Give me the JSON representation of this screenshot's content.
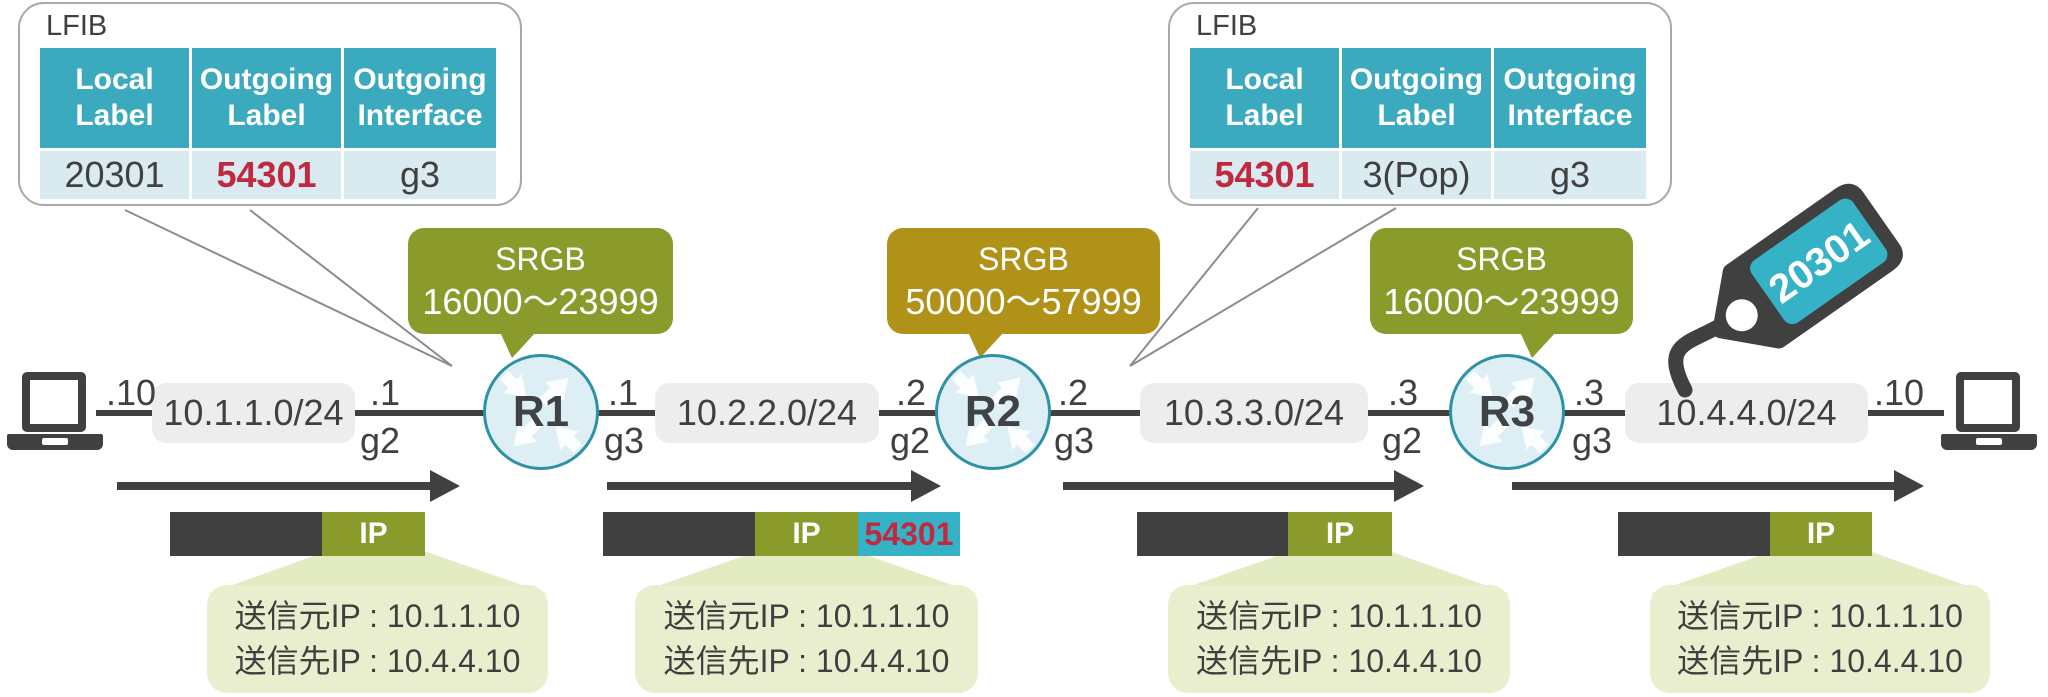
{
  "lfib": [
    {
      "title": "LFIB",
      "headers": [
        [
          "Local",
          "Label"
        ],
        [
          "Outgoing",
          "Label"
        ],
        [
          "Outgoing",
          "Interface"
        ]
      ],
      "row": [
        "20301",
        "54301",
        "g3"
      ],
      "highlight_column": "Outgoing Label"
    },
    {
      "title": "LFIB",
      "headers": [
        [
          "Local",
          "Label"
        ],
        [
          "Outgoing",
          "Label"
        ],
        [
          "Outgoing",
          "Interface"
        ]
      ],
      "row": [
        "54301",
        "3(Pop)",
        "g3"
      ],
      "highlight_column": "Local Label"
    }
  ],
  "srgb": [
    {
      "name": "SRGB",
      "range": "16000〜23999",
      "color": "#8A9A2B"
    },
    {
      "name": "SRGB",
      "range": "50000〜57999",
      "color": "#B19218"
    },
    {
      "name": "SRGB",
      "range": "16000〜23999",
      "color": "#8A9A2B"
    }
  ],
  "tag": {
    "label": "20301",
    "body_color": "#404040",
    "label_color": "#35B2C6"
  },
  "routers": [
    {
      "name": "R1"
    },
    {
      "name": "R2"
    },
    {
      "name": "R3"
    }
  ],
  "links": [
    {
      "left_addr": ".10",
      "network": "10.1.1.0/24",
      "right_addr": ".1",
      "right_if": "g2"
    },
    {
      "left_addr": ".1",
      "left_if": "g3",
      "network": "10.2.2.0/24",
      "right_addr": ".2",
      "right_if": "g2"
    },
    {
      "left_addr": ".2",
      "left_if": "g3",
      "network": "10.3.3.0/24",
      "right_addr": ".3",
      "right_if": "g2"
    },
    {
      "left_addr": ".3",
      "left_if": "g3",
      "network": "10.4.4.0/24",
      "right_addr": ".10"
    }
  ],
  "packets": [
    {
      "ip_label": "IP",
      "info": [
        "送信元IP : 10.1.1.10",
        "送信先IP : 10.4.4.10"
      ]
    },
    {
      "ip_label": "IP",
      "mpls_label": "54301",
      "info": [
        "送信元IP : 10.1.1.10",
        "送信先IP : 10.4.4.10"
      ]
    },
    {
      "ip_label": "IP",
      "info": [
        "送信元IP : 10.1.1.10",
        "送信先IP : 10.4.4.10"
      ]
    },
    {
      "ip_label": "IP",
      "info": [
        "送信元IP : 10.1.1.10",
        "送信先IP : 10.4.4.10"
      ]
    }
  ],
  "colors": {
    "dark": "#404040",
    "table_header": "#3BA9BE",
    "table_row": "#D9EAF0",
    "highlight_red": "#C0293F",
    "olive_green": "#8A9A2B",
    "gold": "#B19218",
    "pale_green": "#E9EFCE",
    "net_box_gray": "#EDEDED",
    "router_fill": "#DDEEF5",
    "router_border": "#2E92A6",
    "tag_teal": "#35B2C6"
  }
}
